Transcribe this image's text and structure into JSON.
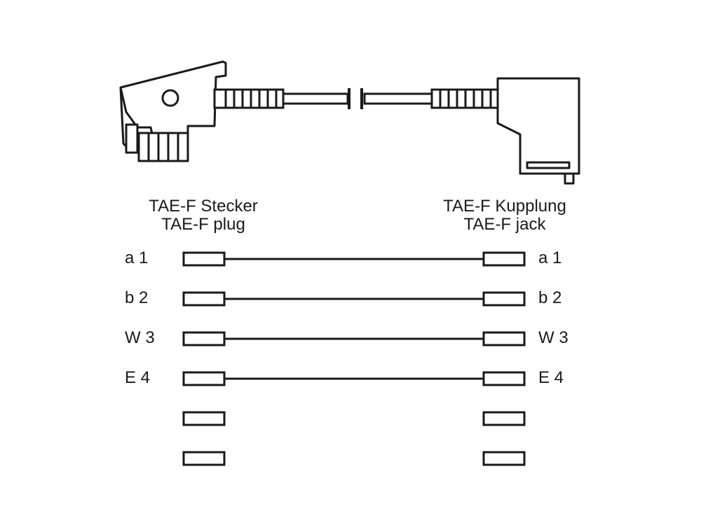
{
  "plug": {
    "title_de": "TAE-F Stecker",
    "title_en": "TAE-F plug"
  },
  "jack": {
    "title_de": "TAE-F Kupplung",
    "title_en": "TAE-F jack"
  },
  "pins": [
    {
      "label": "a 1",
      "wired": true
    },
    {
      "label": "b 2",
      "wired": true
    },
    {
      "label": "W 3",
      "wired": true
    },
    {
      "label": "E 4",
      "wired": true
    },
    {
      "label": "",
      "wired": false
    },
    {
      "label": "",
      "wired": false
    }
  ],
  "colors": {
    "stroke": "#1a1a1a",
    "background": "#ffffff"
  }
}
